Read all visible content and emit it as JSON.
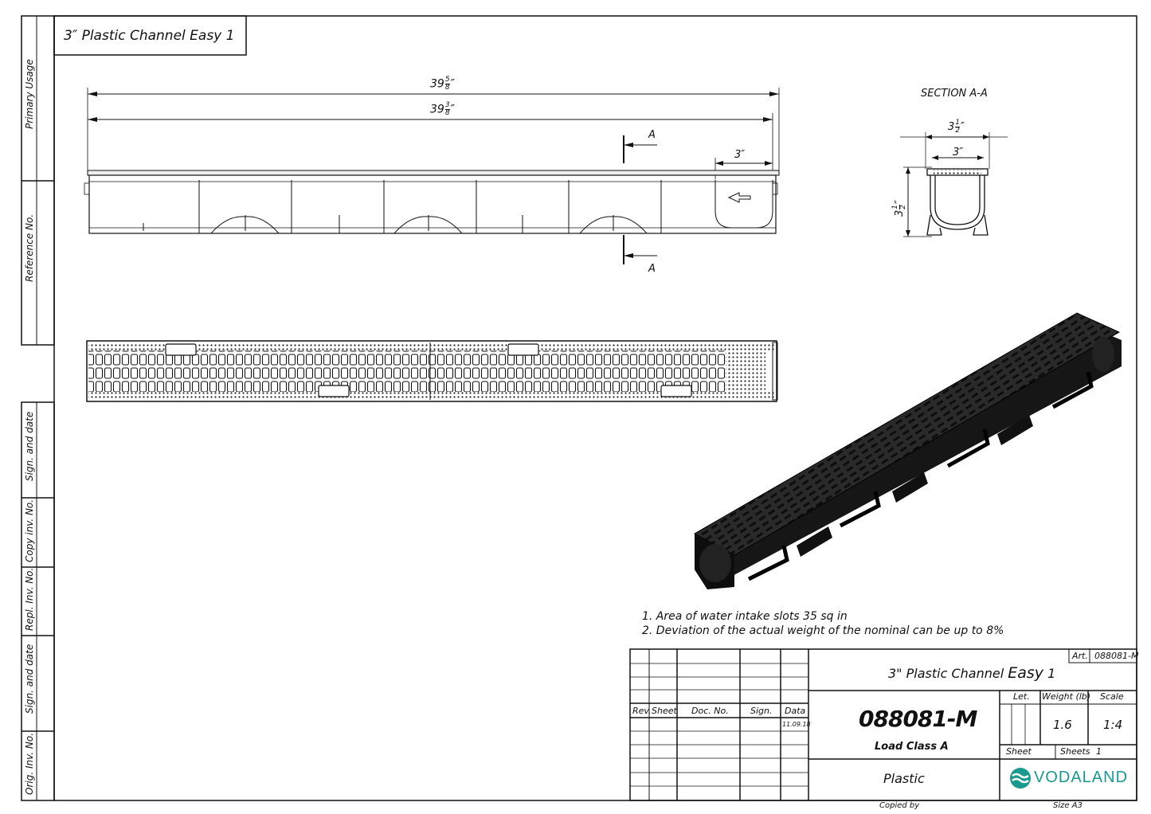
{
  "sheet_title": "3″ Plastic Channel Easy 1",
  "sidebar": {
    "primary_usage": "Primary Usage",
    "reference_no": "Reference No.",
    "sign_date_1": "Sign. and date",
    "copy_inv": "Copy inv. No.",
    "repl_inv": "Repl. Inv. No.",
    "sign_date_2": "Sign. and date",
    "orig_inv": "Orig. Inv. No."
  },
  "front_view": {
    "overall_length": "39 5/8 ″",
    "overall_length_whole": "39",
    "overall_length_frac_num": "5",
    "overall_length_frac_den": "8",
    "overall_length_unit": "″",
    "inner_length_whole": "39",
    "inner_length_frac_num": "3",
    "inner_length_frac_den": "8",
    "inner_length_unit": "″",
    "width_dim": "3″",
    "section_mark_top": "A",
    "section_mark_bottom": "A"
  },
  "section": {
    "title": "SECTION A-A",
    "outer_width_whole": "3",
    "outer_width_frac_num": "1",
    "outer_width_frac_den": "2",
    "outer_width_unit": "″",
    "inner_width": "3″",
    "height_whole": "3",
    "height_frac_num": "1",
    "height_frac_den": "2",
    "height_unit": "″"
  },
  "notes": [
    "1. Area of water intake slots 35 sq in",
    "2. Deviation of the actual weight of the nominal can be up to 8%"
  ],
  "title_block": {
    "art_label": "Art.",
    "art_value": "088081-M",
    "product_name": "3\" Plastic Channel",
    "product_name_emph": "Easy",
    "product_name_suffix": "1",
    "part_number": "088081-M",
    "load_class": "Load Class A",
    "material": "Plastic",
    "rev_label": "Rev.",
    "sheet_label": "Sheet",
    "doc_no_label": "Doc. No.",
    "sign_label": "Sign.",
    "data_label": "Data",
    "date_value": "11.09.18",
    "let_label": "Let.",
    "weight_label": "Weight (lb)",
    "scale_label": "Scale",
    "weight_value": "1.6",
    "scale_value": "1:4",
    "sheet_footer": "Sheet",
    "sheets_footer": "Sheets",
    "sheets_value": "1",
    "brand": "VODALAND",
    "copied_by": "Copied by",
    "size": "Size A3"
  },
  "colors": {
    "line": "#111111",
    "brand": "#1a9a8f",
    "product": "#1a1a1a"
  }
}
